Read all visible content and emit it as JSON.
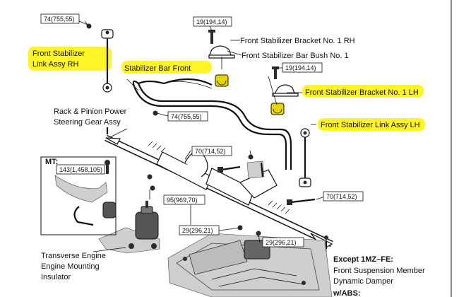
{
  "torque_boxes": {
    "t74_top": "74(755,55)",
    "t19_top": "19(194,14)",
    "t19_right": "19(194,14)",
    "t74_mid": "74(755,55)",
    "t70_mid": "70(714,52)",
    "t143": "143(1,458,105)",
    "t95": "95(969,70)",
    "t70_right": "70(714,52)",
    "t29_left": "29(296,21)",
    "t29_right": "29(296,21)"
  },
  "labels": {
    "bracket_rh": "Front Stabilizer Bracket No. 1 RH",
    "bush": "Front Stabilizer Bar Bush No. 1",
    "link_rh_1": "Front Stabilizer",
    "link_rh_2": "Link Assy RH",
    "bar_front": "Stabilizer Bar Front",
    "bracket_lh": "Front Stabilizer Bracket No. 1 LH",
    "rack_1": "Rack & Pinion Power",
    "rack_2": "Steering Gear Assy",
    "link_lh": "Front Stabilizer Link Assy LH",
    "mt": "MT:",
    "engine_1": "Transverse Engine",
    "engine_2": "Engine Mounting",
    "engine_3": "Insulator",
    "except": "Except 1MZ–FE:",
    "damper_1": "Front Suspension Member",
    "damper_2": "Dynamic Damper",
    "abs": "w/ABS:"
  },
  "colors": {
    "highlight": "#fff200",
    "ink": "#111111"
  }
}
